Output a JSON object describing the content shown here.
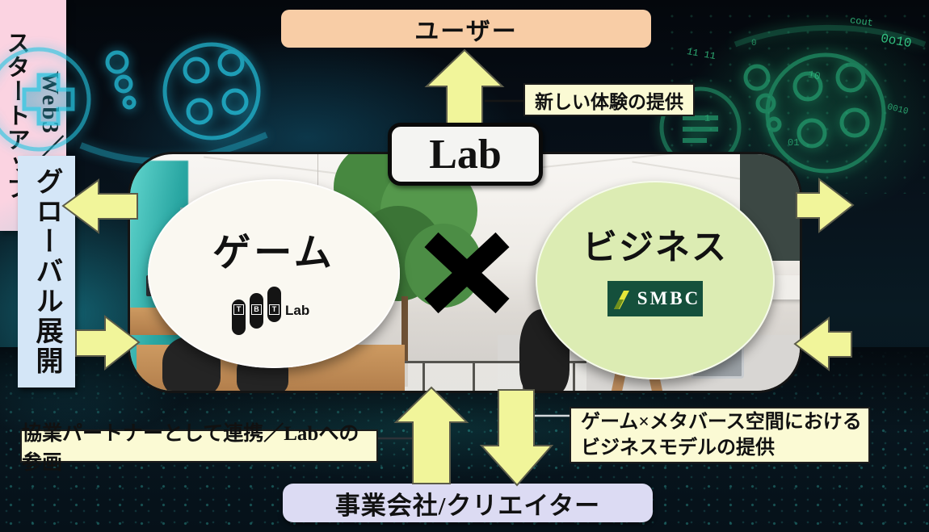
{
  "colors": {
    "arrow_yellow": "#f1f59a",
    "arrow_stroke": "#5c5c4a",
    "label_bg": "#fbfad4",
    "label_border": "#1c1c1c",
    "user_bg": "#f8cda6",
    "global_bg": "#d4e6f7",
    "web3_bg": "#fbd3e1",
    "partner_bg": "#dcdbf3",
    "game_bg": "#faf8f1",
    "business_bg": "#dcecb3",
    "smbc_bg": "#15503c",
    "smbc_mark_light": "#e4e53a",
    "smbc_mark_dark": "#71901c",
    "glow_cyan": "#2cc6e2",
    "glow_green": "#2aa878"
  },
  "nodes": {
    "user": "ユーザー",
    "lab": "Lab",
    "global": "グローバル展開",
    "web3_line1": "Web3／",
    "web3_line2": "スタートアップ",
    "game": "ゲーム",
    "business": "ビジネス",
    "cross": "✕",
    "partner": "事業会社/クリエイター"
  },
  "labels": {
    "to_user": "新しい体験の提供",
    "partner_to_lab": "協業パートナーとして連携／Labへの参画",
    "business_model_1": "ゲーム×メタバース空間における",
    "business_model_2": "ビジネスモデルの提供"
  },
  "logos": {
    "tbt": {
      "letters": [
        "T",
        "B",
        "T"
      ],
      "text": "Lab"
    },
    "smbc": {
      "text": "SMBC"
    }
  },
  "bg": {
    "digits": [
      "11 11",
      "0",
      "cout",
      "10",
      "0o10",
      "01",
      "0010",
      "1"
    ]
  }
}
